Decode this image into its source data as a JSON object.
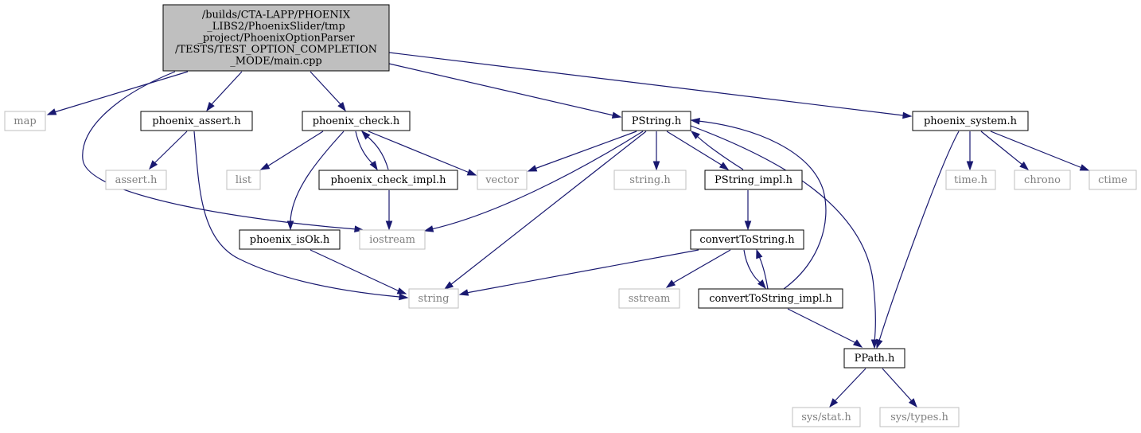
{
  "graph": {
    "root": {
      "id": "main",
      "label_lines": [
        "/builds/CTA-LAPP/PHOENIX",
        "_LIBS2/PhoenixSlider/tmp",
        "_project/PhoenixOptionParser",
        "/TESTS/TEST_OPTION_COMPLETION",
        "_MODE/main.cpp"
      ]
    },
    "nodes": [
      {
        "id": "map",
        "label": "map",
        "kind": "external"
      },
      {
        "id": "phoenix_assert",
        "label": "phoenix_assert.h",
        "kind": "project"
      },
      {
        "id": "phoenix_check",
        "label": "phoenix_check.h",
        "kind": "project"
      },
      {
        "id": "pstring",
        "label": "PString.h",
        "kind": "project"
      },
      {
        "id": "phoenix_system",
        "label": "phoenix_system.h",
        "kind": "project"
      },
      {
        "id": "assert_h",
        "label": "assert.h",
        "kind": "external"
      },
      {
        "id": "list",
        "label": "list",
        "kind": "external"
      },
      {
        "id": "phoenix_check_impl",
        "label": "phoenix_check_impl.h",
        "kind": "project"
      },
      {
        "id": "vector",
        "label": "vector",
        "kind": "external"
      },
      {
        "id": "string_h",
        "label": "string.h",
        "kind": "external"
      },
      {
        "id": "pstring_impl",
        "label": "PString_impl.h",
        "kind": "project"
      },
      {
        "id": "time_h",
        "label": "time.h",
        "kind": "external"
      },
      {
        "id": "chrono",
        "label": "chrono",
        "kind": "external"
      },
      {
        "id": "ctime",
        "label": "ctime",
        "kind": "external"
      },
      {
        "id": "phoenix_isok",
        "label": "phoenix_isOk.h",
        "kind": "project"
      },
      {
        "id": "iostream",
        "label": "iostream",
        "kind": "external"
      },
      {
        "id": "converttostring",
        "label": "convertToString.h",
        "kind": "project"
      },
      {
        "id": "string",
        "label": "string",
        "kind": "external"
      },
      {
        "id": "sstream",
        "label": "sstream",
        "kind": "external"
      },
      {
        "id": "converttostring_impl",
        "label": "convertToString_impl.h",
        "kind": "project"
      },
      {
        "id": "ppath",
        "label": "PPath.h",
        "kind": "project"
      },
      {
        "id": "sys_stat",
        "label": "sys/stat.h",
        "kind": "external"
      },
      {
        "id": "sys_types",
        "label": "sys/types.h",
        "kind": "external"
      }
    ],
    "edges": [
      {
        "from": "main",
        "to": "map"
      },
      {
        "from": "main",
        "to": "phoenix_assert"
      },
      {
        "from": "main",
        "to": "iostream"
      },
      {
        "from": "main",
        "to": "phoenix_check"
      },
      {
        "from": "main",
        "to": "pstring"
      },
      {
        "from": "main",
        "to": "phoenix_system"
      },
      {
        "from": "phoenix_assert",
        "to": "assert_h"
      },
      {
        "from": "phoenix_assert",
        "to": "string"
      },
      {
        "from": "phoenix_check",
        "to": "list"
      },
      {
        "from": "phoenix_check",
        "to": "phoenix_check_impl"
      },
      {
        "from": "phoenix_check",
        "to": "vector"
      },
      {
        "from": "phoenix_check",
        "to": "phoenix_isok"
      },
      {
        "from": "phoenix_check_impl",
        "to": "iostream"
      },
      {
        "from": "phoenix_check_impl",
        "to": "phoenix_check"
      },
      {
        "from": "phoenix_isok",
        "to": "string"
      },
      {
        "from": "pstring",
        "to": "vector"
      },
      {
        "from": "pstring",
        "to": "iostream"
      },
      {
        "from": "pstring",
        "to": "string"
      },
      {
        "from": "pstring",
        "to": "string_h"
      },
      {
        "from": "pstring",
        "to": "pstring_impl"
      },
      {
        "from": "pstring",
        "to": "ppath"
      },
      {
        "from": "pstring_impl",
        "to": "pstring"
      },
      {
        "from": "pstring_impl",
        "to": "converttostring"
      },
      {
        "from": "converttostring",
        "to": "string"
      },
      {
        "from": "converttostring",
        "to": "sstream"
      },
      {
        "from": "converttostring",
        "to": "converttostring_impl"
      },
      {
        "from": "converttostring_impl",
        "to": "converttostring"
      },
      {
        "from": "converttostring_impl",
        "to": "pstring"
      },
      {
        "from": "converttostring_impl",
        "to": "ppath"
      },
      {
        "from": "phoenix_system",
        "to": "ppath"
      },
      {
        "from": "phoenix_system",
        "to": "time_h"
      },
      {
        "from": "phoenix_system",
        "to": "chrono"
      },
      {
        "from": "phoenix_system",
        "to": "ctime"
      },
      {
        "from": "ppath",
        "to": "sys_stat"
      },
      {
        "from": "ppath",
        "to": "sys_types"
      }
    ],
    "colors": {
      "edge": "#191970",
      "root_fill": "#bfbfbf",
      "project_border": "#000000",
      "external_border": "#bfbfbf",
      "external_text": "#7f7f7f"
    }
  }
}
